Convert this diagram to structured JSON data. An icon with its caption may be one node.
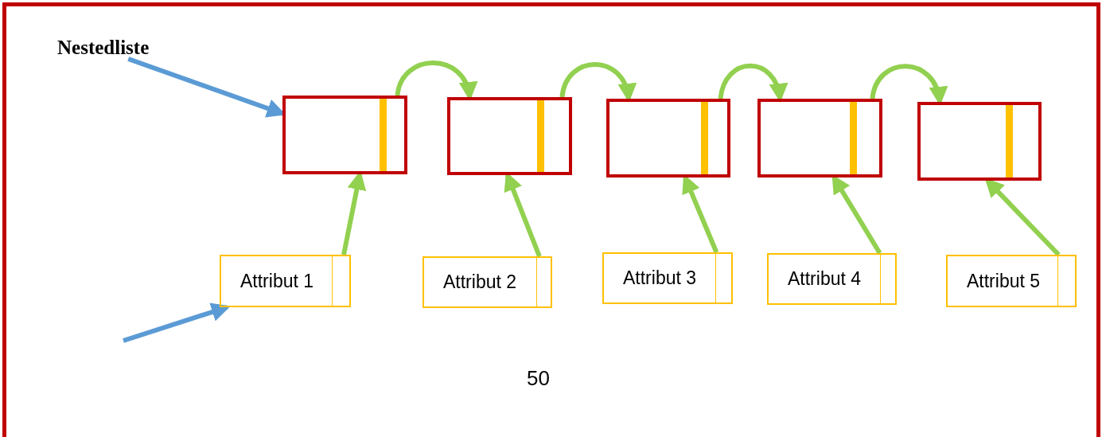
{
  "diagram": {
    "nodes": [
      {
        "text": [
          "Nestedliste"
        ]
      },
      {
        "text": [],
        "shape": "box"
      },
      {
        "text": [],
        "shape": "box"
      },
      {
        "text": [],
        "shape": "box"
      },
      {
        "text": [],
        "shape": "box"
      },
      {
        "text": [],
        "shape": "box"
      },
      {
        "text": [
          "Attribut 1"
        ]
      },
      {
        "text": [
          "Attribut 2"
        ]
      },
      {
        "text": [
          "Attribut 3"
        ]
      },
      {
        "text": [
          "Attribut 4"
        ]
      },
      {
        "text": [
          "Attribut 5"
        ]
      }
    ],
    "edges": [
      {
        "from": 0,
        "to": 1,
        "arrow": "to",
        "color": "#5b9bd5"
      },
      {
        "from": 1,
        "to": 2,
        "arrow": "to"
      },
      {
        "from": 2,
        "to": 3,
        "arrow": "to"
      },
      {
        "from": 3,
        "to": 4,
        "arrow": "to"
      },
      {
        "from": 4,
        "to": 5,
        "arrow": "to"
      },
      {
        "from": 6,
        "to": 1,
        "arrow": "to"
      },
      {
        "from": 7,
        "to": 2,
        "arrow": "to"
      },
      {
        "from": 8,
        "to": 3,
        "arrow": "to"
      },
      {
        "from": 9,
        "to": 4,
        "arrow": "to"
      },
      {
        "from": 10,
        "to": 5,
        "arrow": "to"
      },
      {
        "from": null,
        "to": 6,
        "arrow": "to",
        "color": "#5b9bd5"
      }
    ],
    "labels": [
      "50"
    ]
  }
}
